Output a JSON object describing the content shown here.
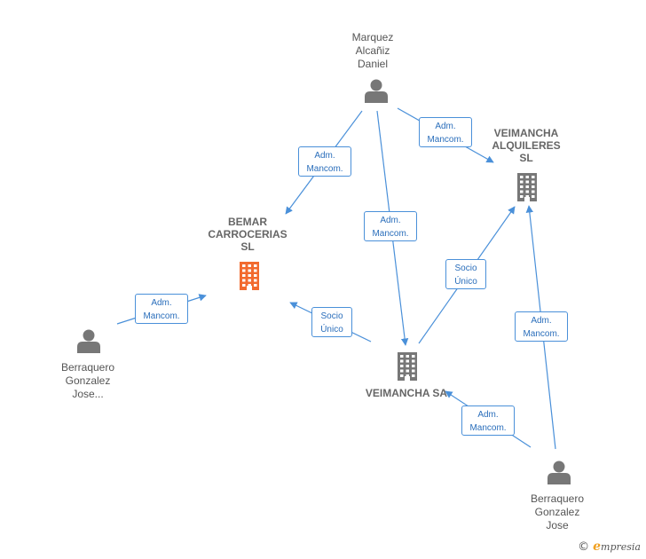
{
  "nodes": {
    "marquez": {
      "label": "Marquez\nAlcañiz\nDaniel",
      "icon": "person-icon"
    },
    "bemar": {
      "label": "BEMAR\nCARROCERIAS\nSL",
      "icon": "building-icon",
      "color": "#f26a2e"
    },
    "veimancha_alquileres": {
      "label": "VEIMANCHA\nALQUILERES\nSL",
      "icon": "building-icon",
      "color": "#777777"
    },
    "veimancha_sa": {
      "label": "VEIMANCHA SA",
      "icon": "building-icon",
      "color": "#777777"
    },
    "berraquero_jose_trunc": {
      "label": "Berraquero\nGonzalez\nJose...",
      "icon": "person-icon"
    },
    "berraquero_jose": {
      "label": "Berraquero\nGonzalez\nJose",
      "icon": "person-icon"
    }
  },
  "edges": [
    {
      "from": "marquez",
      "to": "bemar",
      "label": "Adm.\nMancom."
    },
    {
      "from": "marquez",
      "to": "veimancha_alquileres",
      "label": "Adm.\nMancom."
    },
    {
      "from": "marquez",
      "to": "veimancha_sa",
      "label": "Adm.\nMancom."
    },
    {
      "from": "veimancha_sa",
      "to": "veimancha_alquileres",
      "label": "Socio\nÚnico"
    },
    {
      "from": "veimancha_sa",
      "to": "bemar",
      "label": "Socio\nÚnico"
    },
    {
      "from": "berraquero_jose_trunc",
      "to": "bemar",
      "label": "Adm.\nMancom."
    },
    {
      "from": "berraquero_jose",
      "to": "veimancha_alquileres",
      "label": "Adm.\nMancom."
    },
    {
      "from": "berraquero_jose",
      "to": "veimancha_sa",
      "label": "Adm.\nMancom."
    }
  ],
  "footer": {
    "copyright": "©",
    "brand_initial": "e",
    "brand_rest": "mpresia"
  },
  "colors": {
    "edge": "#4a90d9",
    "person": "#777777"
  }
}
